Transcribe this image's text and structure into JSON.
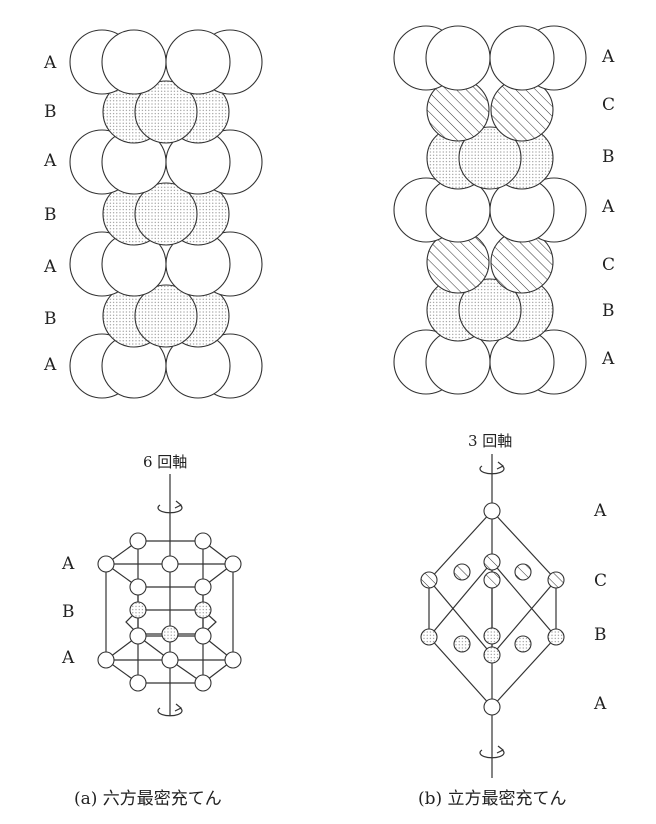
{
  "panel_a": {
    "stack_layers": [
      "A",
      "B",
      "A",
      "B",
      "A",
      "B",
      "A"
    ],
    "axis_label": "6 回軸",
    "cell_layers": [
      "A",
      "B",
      "A"
    ],
    "caption": "(a) 六方最密充てん"
  },
  "panel_b": {
    "stack_layers": [
      "A",
      "C",
      "B",
      "A",
      "C",
      "B",
      "A"
    ],
    "axis_label": "3 回軸",
    "cell_layers": [
      "A",
      "C",
      "B",
      "A"
    ],
    "caption": "(b) 立方最密充てん"
  },
  "layer_fill": {
    "A": "plain",
    "B": "dotted",
    "C": "hatched"
  }
}
